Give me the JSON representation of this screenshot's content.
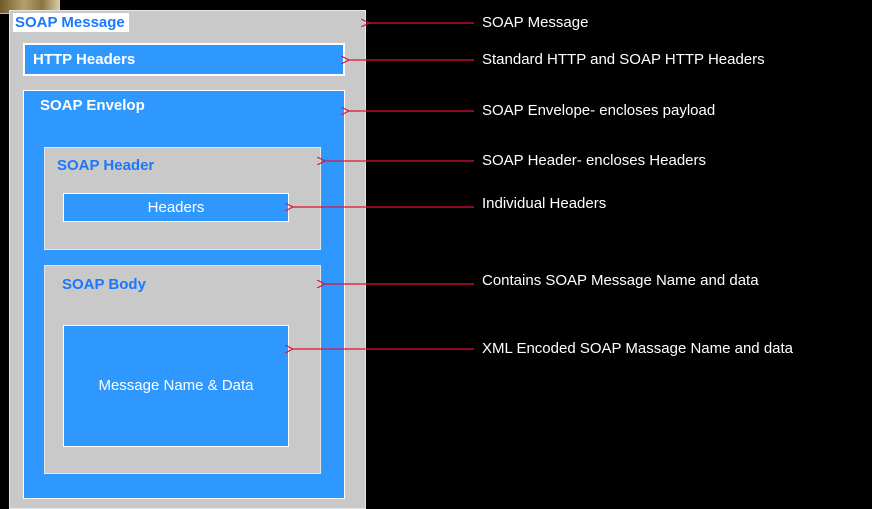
{
  "diagram": {
    "boxes": {
      "soap_message": "SOAP Message",
      "http_headers": "HTTP Headers",
      "soap_envelop": "SOAP Envelop",
      "soap_header": "SOAP Header",
      "headers": "Headers",
      "soap_body": "SOAP Body",
      "message_name_data": "Message Name & Data"
    },
    "callouts": [
      "SOAP Message",
      "Standard HTTP and SOAP HTTP Headers",
      "SOAP Envelope- encloses payload",
      "SOAP Header- encloses Headers",
      "Individual Headers",
      "Contains SOAP Message Name and data",
      "XML Encoded SOAP Massage Name and data"
    ]
  },
  "colors": {
    "background": "#000000",
    "container_gray": "#c9c9c9",
    "box_blue": "#2f98ff",
    "title_blue": "#1a78ff",
    "arrow_red": "#e0103a"
  }
}
